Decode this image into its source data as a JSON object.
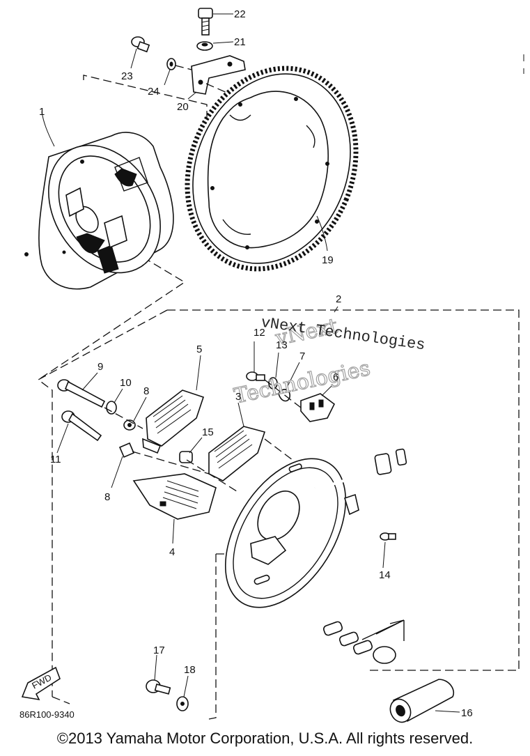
{
  "diagram": {
    "callouts": [
      {
        "id": "22",
        "text": "22"
      },
      {
        "id": "21",
        "text": "21"
      },
      {
        "id": "23",
        "text": "23"
      },
      {
        "id": "24",
        "text": "24"
      },
      {
        "id": "20",
        "text": "20"
      },
      {
        "id": "1",
        "text": "1"
      },
      {
        "id": "19",
        "text": "19"
      },
      {
        "id": "2",
        "text": "2"
      },
      {
        "id": "12",
        "text": "12"
      },
      {
        "id": "13",
        "text": "13"
      },
      {
        "id": "7",
        "text": "7"
      },
      {
        "id": "6",
        "text": "6"
      },
      {
        "id": "5",
        "text": "5"
      },
      {
        "id": "3",
        "text": "3"
      },
      {
        "id": "9",
        "text": "9"
      },
      {
        "id": "10",
        "text": "10"
      },
      {
        "id": "8a",
        "text": "8"
      },
      {
        "id": "15",
        "text": "15"
      },
      {
        "id": "11",
        "text": "11"
      },
      {
        "id": "8b",
        "text": "8"
      },
      {
        "id": "4",
        "text": "4"
      },
      {
        "id": "14",
        "text": "14"
      },
      {
        "id": "17",
        "text": "17"
      },
      {
        "id": "18",
        "text": "18"
      },
      {
        "id": "16",
        "text": "16"
      }
    ],
    "fwd_label": "FWD",
    "drawing_code": "86R100-9340",
    "watermark_outline_1": "vNext",
    "watermark_outline_2": "Technologies",
    "watermark_dark": "vNext Technologies"
  },
  "footer": {
    "copyright": "©2013 Yamaha Motor Corporation, U.S.A. All rights reserved."
  }
}
